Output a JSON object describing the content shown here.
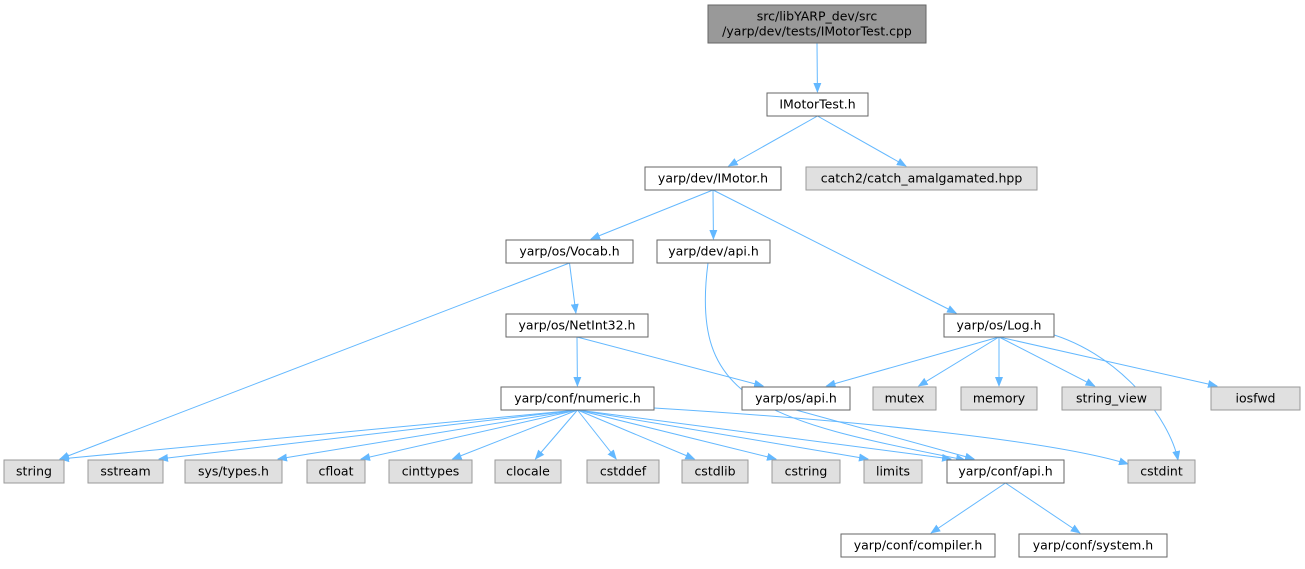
{
  "colors": {
    "edge": "#63b8ff",
    "root_fill": "#999999",
    "documented_fill": "#ffffff",
    "external_fill": "#e0e0e0",
    "documented_border": "#666666",
    "external_border": "#999999",
    "text": "#000000"
  },
  "nodes": [
    {
      "id": "root",
      "lines": [
        "src/libYARP_dev/src",
        "/yarp/dev/tests/IMotorTest.cpp"
      ],
      "kind": "root"
    },
    {
      "id": "imotortest_h",
      "lines": [
        "IMotorTest.h"
      ],
      "kind": "documented"
    },
    {
      "id": "imotor_h",
      "lines": [
        "yarp/dev/IMotor.h"
      ],
      "kind": "documented"
    },
    {
      "id": "catch2",
      "lines": [
        "catch2/catch_amalgamated.hpp"
      ],
      "kind": "external"
    },
    {
      "id": "vocab_h",
      "lines": [
        "yarp/os/Vocab.h"
      ],
      "kind": "documented"
    },
    {
      "id": "dev_api_h",
      "lines": [
        "yarp/dev/api.h"
      ],
      "kind": "documented"
    },
    {
      "id": "log_h",
      "lines": [
        "yarp/os/Log.h"
      ],
      "kind": "documented"
    },
    {
      "id": "netint32_h",
      "lines": [
        "yarp/os/NetInt32.h"
      ],
      "kind": "documented"
    },
    {
      "id": "numeric_h",
      "lines": [
        "yarp/conf/numeric.h"
      ],
      "kind": "documented"
    },
    {
      "id": "os_api_h",
      "lines": [
        "yarp/os/api.h"
      ],
      "kind": "documented"
    },
    {
      "id": "mutex",
      "lines": [
        "mutex"
      ],
      "kind": "external"
    },
    {
      "id": "memory",
      "lines": [
        "memory"
      ],
      "kind": "external"
    },
    {
      "id": "string_view",
      "lines": [
        "string_view"
      ],
      "kind": "external"
    },
    {
      "id": "iosfwd",
      "lines": [
        "iosfwd"
      ],
      "kind": "external"
    },
    {
      "id": "string",
      "lines": [
        "string"
      ],
      "kind": "external"
    },
    {
      "id": "sstream",
      "lines": [
        "sstream"
      ],
      "kind": "external"
    },
    {
      "id": "sys_types_h",
      "lines": [
        "sys/types.h"
      ],
      "kind": "external"
    },
    {
      "id": "cfloat",
      "lines": [
        "cfloat"
      ],
      "kind": "external"
    },
    {
      "id": "cinttypes",
      "lines": [
        "cinttypes"
      ],
      "kind": "external"
    },
    {
      "id": "clocale",
      "lines": [
        "clocale"
      ],
      "kind": "external"
    },
    {
      "id": "cstddef",
      "lines": [
        "cstddef"
      ],
      "kind": "external"
    },
    {
      "id": "cstdlib",
      "lines": [
        "cstdlib"
      ],
      "kind": "external"
    },
    {
      "id": "cstring",
      "lines": [
        "cstring"
      ],
      "kind": "external"
    },
    {
      "id": "limits",
      "lines": [
        "limits"
      ],
      "kind": "external"
    },
    {
      "id": "conf_api_h",
      "lines": [
        "yarp/conf/api.h"
      ],
      "kind": "documented"
    },
    {
      "id": "cstdint",
      "lines": [
        "cstdint"
      ],
      "kind": "external"
    },
    {
      "id": "compiler_h",
      "lines": [
        "yarp/conf/compiler.h"
      ],
      "kind": "documented"
    },
    {
      "id": "system_h",
      "lines": [
        "yarp/conf/system.h"
      ],
      "kind": "documented"
    }
  ],
  "edges": [
    {
      "from": "root",
      "to": "imotortest_h"
    },
    {
      "from": "imotortest_h",
      "to": "imotor_h"
    },
    {
      "from": "imotortest_h",
      "to": "catch2"
    },
    {
      "from": "imotor_h",
      "to": "vocab_h"
    },
    {
      "from": "imotor_h",
      "to": "dev_api_h"
    },
    {
      "from": "imotor_h",
      "to": "log_h"
    },
    {
      "from": "vocab_h",
      "to": "netint32_h"
    },
    {
      "from": "vocab_h",
      "to": "string"
    },
    {
      "from": "netint32_h",
      "to": "numeric_h"
    },
    {
      "from": "netint32_h",
      "to": "os_api_h"
    },
    {
      "from": "dev_api_h",
      "to": "conf_api_h"
    },
    {
      "from": "log_h",
      "to": "os_api_h"
    },
    {
      "from": "log_h",
      "to": "mutex"
    },
    {
      "from": "log_h",
      "to": "memory"
    },
    {
      "from": "log_h",
      "to": "string_view"
    },
    {
      "from": "log_h",
      "to": "iosfwd"
    },
    {
      "from": "log_h",
      "to": "cstdint"
    },
    {
      "from": "os_api_h",
      "to": "conf_api_h"
    },
    {
      "from": "numeric_h",
      "to": "string"
    },
    {
      "from": "numeric_h",
      "to": "sstream"
    },
    {
      "from": "numeric_h",
      "to": "sys_types_h"
    },
    {
      "from": "numeric_h",
      "to": "cfloat"
    },
    {
      "from": "numeric_h",
      "to": "cinttypes"
    },
    {
      "from": "numeric_h",
      "to": "clocale"
    },
    {
      "from": "numeric_h",
      "to": "cstddef"
    },
    {
      "from": "numeric_h",
      "to": "cstdlib"
    },
    {
      "from": "numeric_h",
      "to": "cstring"
    },
    {
      "from": "numeric_h",
      "to": "limits"
    },
    {
      "from": "numeric_h",
      "to": "conf_api_h"
    },
    {
      "from": "numeric_h",
      "to": "cstdint"
    },
    {
      "from": "conf_api_h",
      "to": "compiler_h"
    },
    {
      "from": "conf_api_h",
      "to": "system_h"
    }
  ]
}
